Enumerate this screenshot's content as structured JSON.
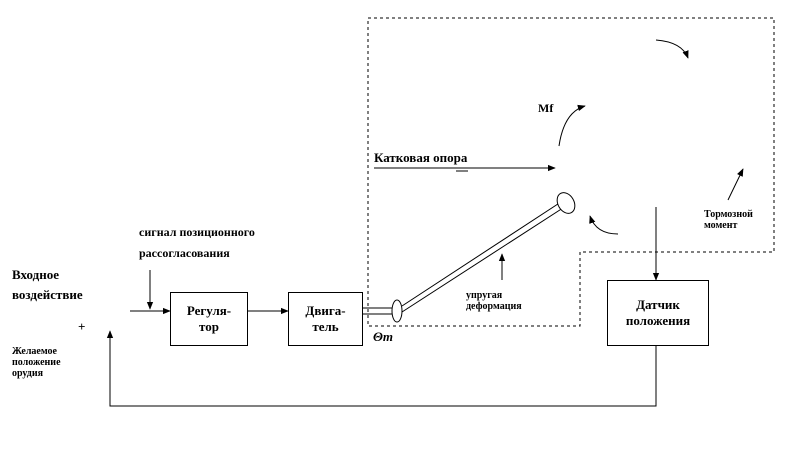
{
  "blocks": {
    "regulator": "Регуля-\nтор",
    "motor": "Двига-\nтель",
    "sensor": "Датчик\nположения"
  },
  "labels": {
    "input_line1": "Входное",
    "input_line2": "воздействие",
    "plus": "+",
    "desired_position": "Желаемое\nположение\nорудия",
    "error_signal_line1": "сигнал позиционного",
    "error_signal_line2": "рассогласования",
    "roller_support": "Катковая опора",
    "elastic_deformation": "упругая\nдеформация",
    "braking_moment": "Тормозной\nмомент",
    "mf": "Mf",
    "theta_m": "Θm"
  }
}
